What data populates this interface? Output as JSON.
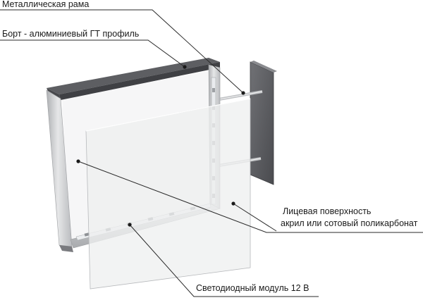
{
  "labels": {
    "metal_frame": "Металлическая рама",
    "side_profile": "Борт - алюминиевый ГТ профиль",
    "face_line1": "Лицевая поверхность",
    "face_line2": "акрил или сотовый поликарбонат",
    "led_module": "Светодиодный модуль 12 В"
  },
  "colors": {
    "frame_top": "#58585c",
    "frame_side": "#c8cacc",
    "back_panel": "#5f6064",
    "face_panel": "#f1f2f2",
    "leader": "#2a2a2a"
  }
}
